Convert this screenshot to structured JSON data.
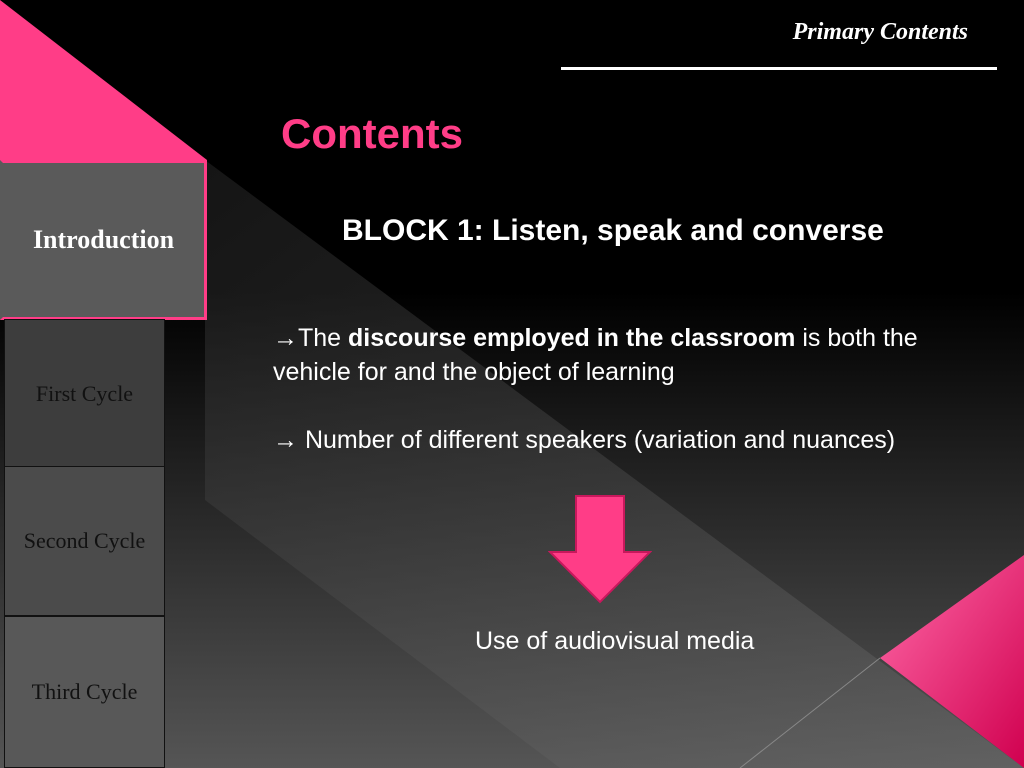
{
  "header": {
    "title": "Primary Contents"
  },
  "slide": {
    "title": "Contents",
    "block_heading": "BLOCK 1: Listen, speak and converse",
    "bullet1": {
      "arrow": "→",
      "prefix": "The ",
      "bold": "discourse employed in the classroom",
      "suffix": " is both the vehicle for and the object of learning"
    },
    "bullet2": {
      "arrow": "→",
      "text": " Number of different speakers (variation and nuances)"
    },
    "media_label": "Use of audiovisual media"
  },
  "sidebar": {
    "items": [
      {
        "label": "Introduction",
        "active": true
      },
      {
        "label": "First Cycle",
        "active": false
      },
      {
        "label": "Second Cycle",
        "active": false
      },
      {
        "label": "Third Cycle",
        "active": false
      }
    ]
  },
  "colors": {
    "accent": "#ff3d87",
    "background": "#000000",
    "text": "#ffffff"
  },
  "icons": {
    "down_arrow": "down-arrow-icon"
  }
}
